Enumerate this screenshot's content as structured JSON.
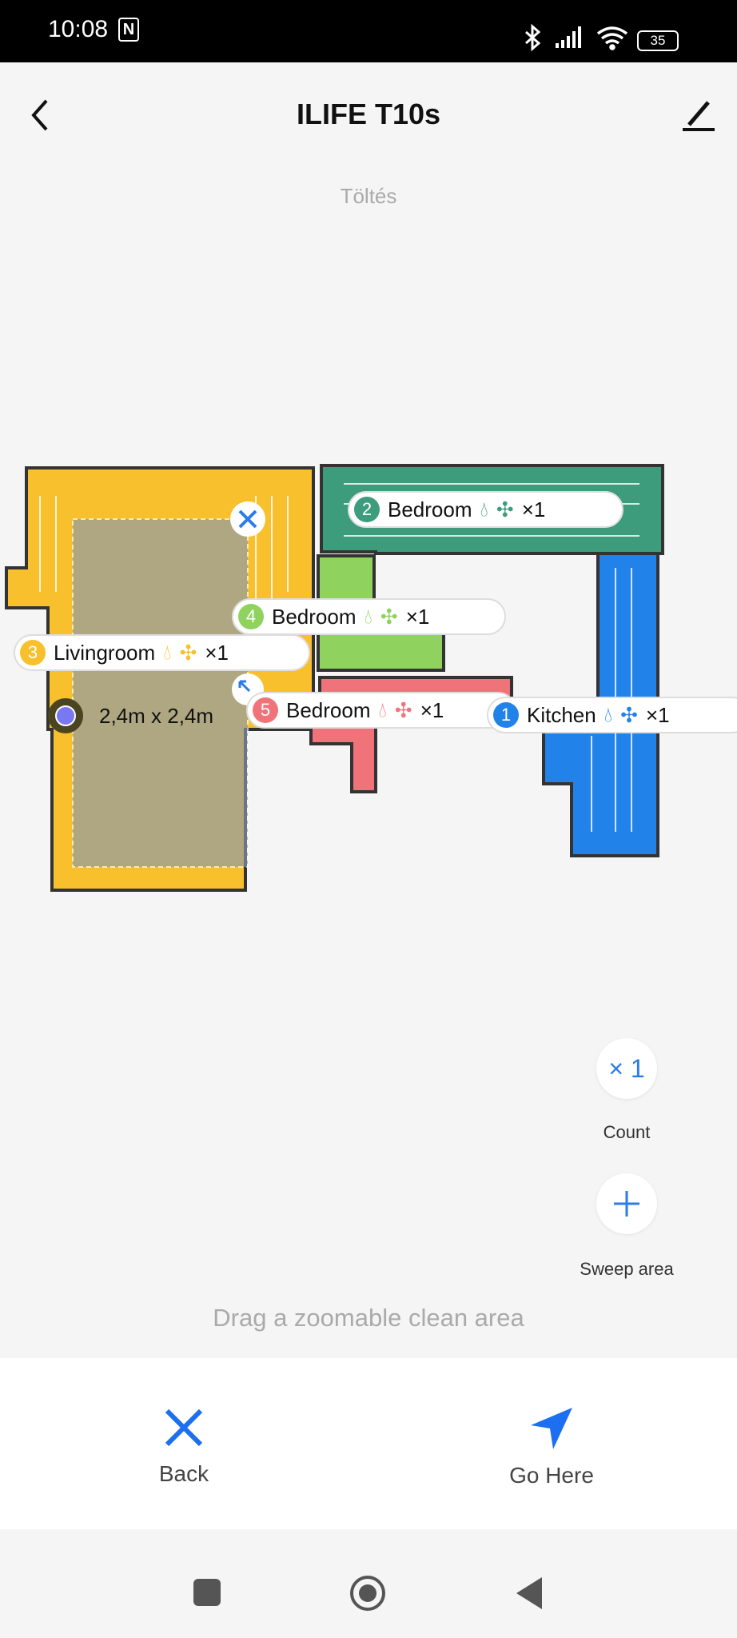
{
  "status": {
    "time": "10:08",
    "nfc": "N",
    "battery": "35"
  },
  "header": {
    "title": "ILIFE T10s",
    "subtitle": "Töltés"
  },
  "map": {
    "colors": {
      "livingroom": "#f7c02c",
      "bedroom2": "#3d9c7c",
      "bedroom4": "#8fd35e",
      "bedroom5": "#f0737a",
      "kitchen": "#2183ea"
    },
    "rooms": [
      {
        "num": "2",
        "name": "Bedroom",
        "count": "×1",
        "color": "#3d9c7c"
      },
      {
        "num": "4",
        "name": "Bedroom",
        "count": "×1",
        "color": "#8fd35e"
      },
      {
        "num": "3",
        "name": "Livingroom",
        "count": "×1",
        "color": "#f7c02c"
      },
      {
        "num": "5",
        "name": "Bedroom",
        "count": "×1",
        "color": "#f0737a"
      },
      {
        "num": "1",
        "name": "Kitchen",
        "count": "×1",
        "color": "#2183ea"
      }
    ],
    "zone_size": "2,4m x 2,4m"
  },
  "controls": {
    "count_value": "× 1",
    "count_label": "Count",
    "sweep_label": "Sweep area",
    "hint": "Drag a zoomable clean area"
  },
  "bottom": {
    "back_label": "Back",
    "go_label": "Go Here"
  }
}
